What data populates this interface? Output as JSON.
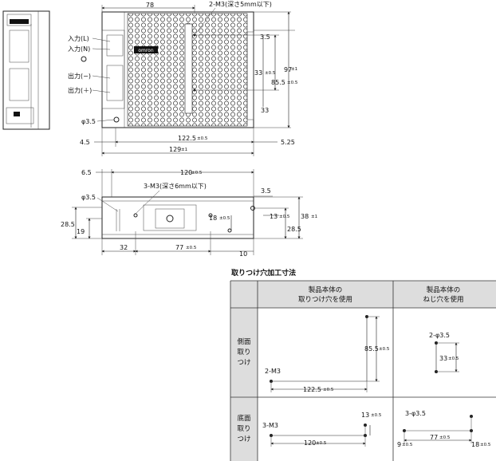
{
  "top_view": {
    "dim_78": "78",
    "dim_2m3": "2-M3(深さ5mm以下)",
    "dim_3_5": "3.5",
    "dim_33_a": "33",
    "dim_33_a_tol": "±0.5",
    "dim_85_5": "85.5",
    "dim_85_5_tol": "±0.5",
    "dim_33_b": "33",
    "dim_97": "97",
    "dim_97_tol": "±1",
    "dim_phi3_5": "φ3.5",
    "dim_4_5": "4.5",
    "dim_122_5": "122.5",
    "dim_122_5_tol": "±0.5",
    "dim_5_25": "5.25",
    "dim_129": "129",
    "dim_129_tol": "±1",
    "label_input_l": "入力(L)",
    "label_input_n": "入力(N)",
    "label_output_minus": "出力(−)",
    "label_output_plus": "出力(＋)",
    "brand": "omron"
  },
  "bottom_view": {
    "dim_6_5": "6.5",
    "dim_120": "120",
    "dim_120_tol": "±0.5",
    "dim_3m3": "3-M3(深さ6mm以下)",
    "dim_3_5": "3.5",
    "dim_phi3_5": "φ3.5",
    "dim_18": "18",
    "dim_18_tol": "±0.5",
    "dim_13": "13",
    "dim_13_tol": "±0.5",
    "dim_38": "38",
    "dim_38_tol": "±1",
    "dim_28_5_left": "28.5",
    "dim_19": "19",
    "dim_28_5_right": "28.5",
    "dim_32": "32",
    "dim_77": "77",
    "dim_77_tol": "±0.5",
    "dim_10": "10"
  },
  "table": {
    "title": "取りつけ穴加工寸法",
    "header_col1_line1": "製品本体の",
    "header_col1_line2": "取りつけ穴を使用",
    "header_col2_line1": "製品本体の",
    "header_col2_line2": "ねじ穴を使用",
    "row1_label_1": "側面",
    "row1_label_2": "取り",
    "row1_label_3": "つけ",
    "row2_label_1": "底面",
    "row2_label_2": "取り",
    "row2_label_3": "つけ",
    "r1c1_85_5": "85.5",
    "r1c1_85_5_tol": "±0.5",
    "r1c1_2m3": "2-M3",
    "r1c1_122_5": "122.5",
    "r1c1_122_5_tol": "±0.5",
    "r1c2_2phi3_5": "2-φ3.5",
    "r1c2_33": "33",
    "r1c2_33_tol": "±0.5",
    "r2c1_13": "13",
    "r2c1_13_tol": "±0.5",
    "r2c1_3m3": "3-M3",
    "r2c1_120": "120",
    "r2c1_120_tol": "±0.5",
    "r2c2_3phi3_5": "3-φ3.5",
    "r2c2_9": "9",
    "r2c2_9_tol": "±0.5",
    "r2c2_77": "77",
    "r2c2_77_tol": "±0.5",
    "r2c2_18": "18",
    "r2c2_18_tol": "±0.5"
  }
}
